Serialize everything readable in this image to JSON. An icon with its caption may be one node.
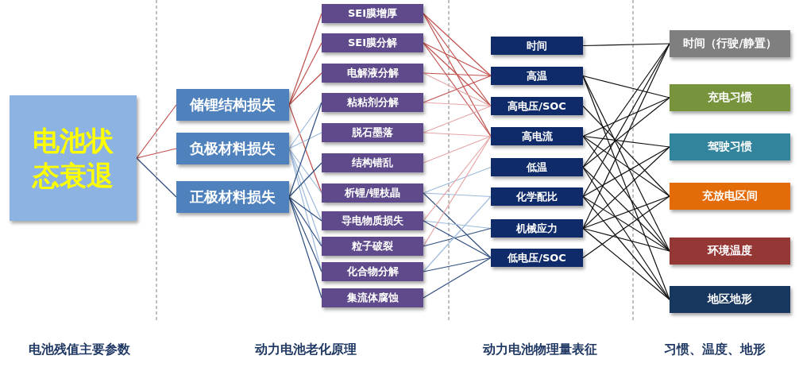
{
  "diagram": {
    "nodes": [
      {
        "text": [
          "电池状态衰退"
        ]
      },
      {
        "text": [
          "储锂结构损失"
        ]
      },
      {
        "text": [
          "负极材料损失"
        ]
      },
      {
        "text": [
          "正极材料损失"
        ]
      },
      {
        "text": [
          "SEI膜增厚"
        ]
      },
      {
        "text": [
          "SEI膜分解"
        ]
      },
      {
        "text": [
          "电解液分解"
        ]
      },
      {
        "text": [
          "粘粘剂分解"
        ]
      },
      {
        "text": [
          "脱石墨落"
        ]
      },
      {
        "text": [
          "结构错乱"
        ]
      },
      {
        "text": [
          "析锂/锂枝晶"
        ]
      },
      {
        "text": [
          "导电物质损失"
        ]
      },
      {
        "text": [
          "粒子破裂"
        ]
      },
      {
        "text": [
          "化合物分解"
        ]
      },
      {
        "text": [
          "集流体腐蚀"
        ]
      },
      {
        "text": [
          "时间"
        ]
      },
      {
        "text": [
          "高温"
        ]
      },
      {
        "text": [
          "高电压/SOC"
        ]
      },
      {
        "text": [
          "高电流"
        ]
      },
      {
        "text": [
          "低温"
        ]
      },
      {
        "text": [
          "化学配比"
        ]
      },
      {
        "text": [
          "机械应力"
        ]
      },
      {
        "text": [
          "低电压/SOC"
        ]
      },
      {
        "text": [
          "时间（行驶/静置）"
        ]
      },
      {
        "text": [
          "充电习惯"
        ]
      },
      {
        "text": [
          "驾驶习惯"
        ]
      },
      {
        "text": [
          "充放电区间"
        ]
      },
      {
        "text": [
          "环境温度"
        ]
      },
      {
        "text": [
          "地区地形"
        ]
      }
    ],
    "edges": [
      {
        "from": 0,
        "to": 1,
        "arrow": "none",
        "color": "#c0504d"
      },
      {
        "from": 0,
        "to": 2,
        "arrow": "none",
        "color": "#c0504d"
      },
      {
        "from": 0,
        "to": 3,
        "arrow": "none",
        "color": "#2f4f80"
      },
      {
        "from": 1,
        "to": 4,
        "arrow": "none",
        "color": "#c0504d"
      },
      {
        "from": 1,
        "to": 5,
        "arrow": "none",
        "color": "#c0504d"
      },
      {
        "from": 1,
        "to": 6,
        "arrow": "none",
        "color": "#c0504d"
      },
      {
        "from": 1,
        "to": 10,
        "arrow": "none",
        "color": "#c0504d"
      },
      {
        "from": 2,
        "to": 7,
        "arrow": "none",
        "color": "#9db9dc"
      },
      {
        "from": 2,
        "to": 8,
        "arrow": "none",
        "color": "#9db9dc"
      },
      {
        "from": 2,
        "to": 10,
        "arrow": "none",
        "color": "#9db9dc"
      },
      {
        "from": 2,
        "to": 11,
        "arrow": "none",
        "color": "#9db9dc"
      },
      {
        "from": 2,
        "to": 12,
        "arrow": "none",
        "color": "#9db9dc"
      },
      {
        "from": 2,
        "to": 13,
        "arrow": "none",
        "color": "#9db9dc"
      },
      {
        "from": 3,
        "to": 7,
        "arrow": "none",
        "color": "#2f4f80"
      },
      {
        "from": 3,
        "to": 9,
        "arrow": "none",
        "color": "#2f4f80"
      },
      {
        "from": 3,
        "to": 11,
        "arrow": "none",
        "color": "#2f4f80"
      },
      {
        "from": 3,
        "to": 12,
        "arrow": "none",
        "color": "#2f4f80"
      },
      {
        "from": 3,
        "to": 13,
        "arrow": "none",
        "color": "#2f4f80"
      },
      {
        "from": 3,
        "to": 14,
        "arrow": "none",
        "color": "#2f4f80"
      },
      {
        "from": 4,
        "to": 16,
        "arrow": "none",
        "color": "#c0504d"
      },
      {
        "from": 4,
        "to": 17,
        "arrow": "none",
        "color": "#c0504d"
      },
      {
        "from": 4,
        "to": 18,
        "arrow": "none",
        "color": "#c0504d"
      },
      {
        "from": 5,
        "to": 16,
        "arrow": "none",
        "color": "#c0504d"
      },
      {
        "from": 5,
        "to": 17,
        "arrow": "none",
        "color": "#c0504d"
      },
      {
        "from": 5,
        "to": 18,
        "arrow": "none",
        "color": "#c0504d"
      },
      {
        "from": 6,
        "to": 16,
        "arrow": "none",
        "color": "#c0504d"
      },
      {
        "from": 6,
        "to": 17,
        "arrow": "none",
        "color": "#e6a6a6"
      },
      {
        "from": 7,
        "to": 16,
        "arrow": "none",
        "color": "#c0504d"
      },
      {
        "from": 7,
        "to": 17,
        "arrow": "none",
        "color": "#e6a6a6"
      },
      {
        "from": 8,
        "to": 17,
        "arrow": "none",
        "color": "#e6a6a6"
      },
      {
        "from": 8,
        "to": 18,
        "arrow": "none",
        "color": "#e6a6a6"
      },
      {
        "from": 9,
        "to": 18,
        "arrow": "none",
        "color": "#e6a6a6"
      },
      {
        "from": 10,
        "to": 19,
        "arrow": "none",
        "color": "#9db9dc"
      },
      {
        "from": 10,
        "to": 20,
        "arrow": "none",
        "color": "#9db9dc"
      },
      {
        "from": 10,
        "to": 22,
        "arrow": "none",
        "color": "#2f4f80"
      },
      {
        "from": 11,
        "to": 18,
        "arrow": "none",
        "color": "#e6a6a6"
      },
      {
        "from": 11,
        "to": 21,
        "arrow": "none",
        "color": "#9db9dc"
      },
      {
        "from": 11,
        "to": 22,
        "arrow": "none",
        "color": "#2f4f80"
      },
      {
        "from": 12,
        "to": 18,
        "arrow": "none",
        "color": "#e6a6a6"
      },
      {
        "from": 12,
        "to": 21,
        "arrow": "none",
        "color": "#2f4f80"
      },
      {
        "from": 13,
        "to": 20,
        "arrow": "none",
        "color": "#9db9dc"
      },
      {
        "from": 13,
        "to": 22,
        "arrow": "none",
        "color": "#2f4f80"
      },
      {
        "from": 14,
        "to": 22,
        "arrow": "none",
        "color": "#2f4f80"
      },
      {
        "from": 15,
        "to": 23,
        "arrow": "none"
      },
      {
        "from": 16,
        "to": 24,
        "arrow": "none"
      },
      {
        "from": 16,
        "to": 27,
        "arrow": "none"
      },
      {
        "from": 16,
        "to": 28,
        "arrow": "none"
      },
      {
        "from": 17,
        "to": 26,
        "arrow": "none"
      },
      {
        "from": 18,
        "to": 24,
        "arrow": "none"
      },
      {
        "from": 18,
        "to": 25,
        "arrow": "none"
      },
      {
        "from": 18,
        "to": 26,
        "arrow": "none"
      },
      {
        "from": 18,
        "to": 27,
        "arrow": "none"
      },
      {
        "from": 19,
        "to": 23,
        "arrow": "none"
      },
      {
        "from": 19,
        "to": 24,
        "arrow": "none"
      },
      {
        "from": 19,
        "to": 27,
        "arrow": "none"
      },
      {
        "from": 19,
        "to": 28,
        "arrow": "none"
      },
      {
        "from": 20,
        "to": 23,
        "arrow": "none"
      },
      {
        "from": 20,
        "to": 25,
        "arrow": "none"
      },
      {
        "from": 20,
        "to": 27,
        "arrow": "none"
      },
      {
        "from": 20,
        "to": 28,
        "arrow": "none"
      },
      {
        "from": 21,
        "to": 23,
        "arrow": "none"
      },
      {
        "from": 21,
        "to": 25,
        "arrow": "none"
      },
      {
        "from": 21,
        "to": 26,
        "arrow": "none"
      },
      {
        "from": 21,
        "to": 27,
        "arrow": "none"
      },
      {
        "from": 21,
        "to": 28,
        "arrow": "none"
      },
      {
        "from": 22,
        "to": 26,
        "arrow": "none"
      }
    ],
    "labels": [
      "电池残值主要参数",
      "动力电池老化原理",
      "动力电池物理量表征",
      "习惯、温度、地形"
    ]
  }
}
